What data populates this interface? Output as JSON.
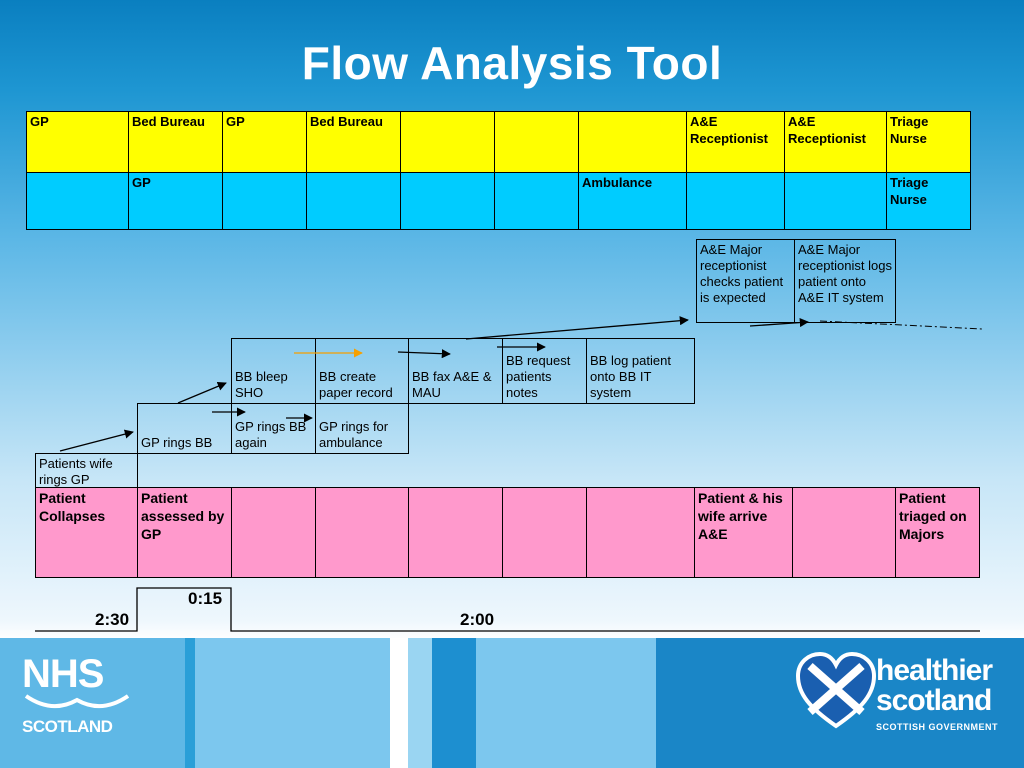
{
  "title": "Flow Analysis Tool",
  "roles_row1": [
    "GP",
    "Bed Bureau",
    "GP",
    "Bed Bureau",
    "",
    "",
    "",
    "A&E Receptionist",
    "A&E Receptionist",
    "Triage Nurse"
  ],
  "roles_row2": [
    "",
    "GP",
    "",
    "",
    "",
    "",
    "Ambulance",
    "",
    "",
    "Triage Nurse"
  ],
  "steps": {
    "wife_rings": "Patients wife rings GP",
    "gp_rings_bb": "GP rings BB",
    "gp_rings_bb_again": "GP rings BB again",
    "gp_rings_ambulance": "GP rings for ambulance",
    "bb_bleep_sho": "BB bleep SHO",
    "bb_create_record": "BB create paper record",
    "bb_fax": "BB fax A&E & MAU",
    "bb_request_notes": "BB request patients notes",
    "bb_log_patient": "BB log patient onto BB IT system",
    "ae_checks": "A&E Major receptionist checks patient is expected",
    "ae_logs": "A&E Major receptionist logs patient onto A&E IT system"
  },
  "milestones": [
    "Patient Collapses",
    "Patient assessed by GP",
    "",
    "",
    "",
    "",
    "",
    "Patient & his wife arrive A&E",
    "",
    "Patient triaged on Majors"
  ],
  "timeline": {
    "t1": "2:30",
    "t2": "0:15",
    "t3": "2:00"
  },
  "footer": {
    "nhs_logo": "NHS",
    "nhs_sub": "SCOTLAND",
    "hs_line1": "healthier",
    "hs_line2": "scotland",
    "hs_line3": "SCOTTISH GOVERNMENT",
    "heart_icon": "saltire-heart-icon"
  },
  "colors": {
    "role_row1": "#ffff00",
    "role_row2": "#00ccff",
    "milestone": "#ff99cc",
    "accent_arrow": "#f5a000"
  }
}
